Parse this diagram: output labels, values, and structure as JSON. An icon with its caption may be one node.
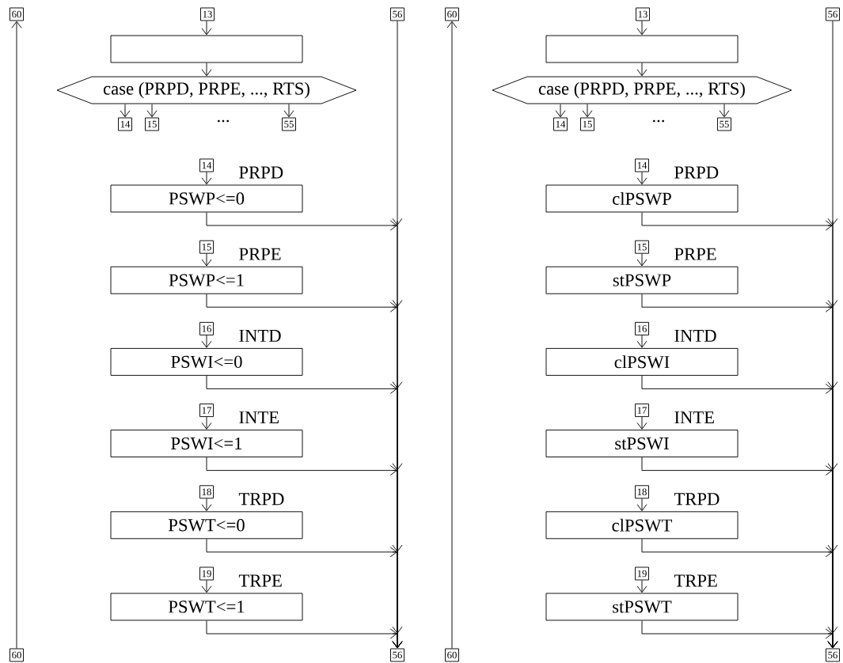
{
  "diagram": {
    "nodes": [
      {
        "text": [
          "60"
        ]
      },
      {
        "text": [
          "13"
        ]
      },
      {
        "text": [
          "56"
        ]
      },
      {
        "text": [],
        "shape": "box"
      },
      {
        "text": [
          "case (PRPD, PRPE, ..., RTS)"
        ]
      },
      {
        "text": [
          "14"
        ]
      },
      {
        "text": [
          "15"
        ]
      },
      {
        "text": [
          "55"
        ]
      },
      {
        "text": [
          "14"
        ]
      },
      {
        "text": [
          "PSWP<=0"
        ],
        "beside": [
          "PRPD"
        ]
      },
      {
        "text": [
          "15"
        ]
      },
      {
        "text": [
          "PSWP<=1"
        ],
        "beside": [
          "PRPE"
        ]
      },
      {
        "text": [
          "16"
        ]
      },
      {
        "text": [
          "PSWI<=0"
        ],
        "beside": [
          "INTD"
        ]
      },
      {
        "text": [
          "17"
        ]
      },
      {
        "text": [
          "PSWI<=1"
        ],
        "beside": [
          "INTE"
        ]
      },
      {
        "text": [
          "18"
        ]
      },
      {
        "text": [
          "PSWT<=0"
        ],
        "beside": [
          "TRPD"
        ]
      },
      {
        "text": [
          "19"
        ]
      },
      {
        "text": [
          "PSWT<=1"
        ],
        "beside": [
          "TRPE"
        ]
      },
      {
        "text": [
          "60"
        ]
      },
      {
        "text": [
          "56"
        ]
      },
      {
        "text": [
          "60"
        ]
      },
      {
        "text": [
          "13"
        ]
      },
      {
        "text": [
          "56"
        ]
      },
      {
        "text": [],
        "shape": "box"
      },
      {
        "text": [
          "case (PRPD, PRPE, ..., RTS)"
        ]
      },
      {
        "text": [
          "14"
        ]
      },
      {
        "text": [
          "15"
        ]
      },
      {
        "text": [
          "55"
        ]
      },
      {
        "text": [
          "14"
        ]
      },
      {
        "text": [
          "clPSWP"
        ],
        "beside": [
          "PRPD"
        ]
      },
      {
        "text": [
          "15"
        ]
      },
      {
        "text": [
          "stPSWP"
        ],
        "beside": [
          "PRPE"
        ]
      },
      {
        "text": [
          "16"
        ]
      },
      {
        "text": [
          "clPSWI"
        ],
        "beside": [
          "INTD"
        ]
      },
      {
        "text": [
          "17"
        ]
      },
      {
        "text": [
          "stPSWI"
        ],
        "beside": [
          "INTE"
        ]
      },
      {
        "text": [
          "18"
        ]
      },
      {
        "text": [
          "clPSWT"
        ],
        "beside": [
          "TRPD"
        ]
      },
      {
        "text": [
          "19"
        ]
      },
      {
        "text": [
          "stPSWT"
        ],
        "beside": [
          "TRPE"
        ]
      },
      {
        "text": [
          "60"
        ]
      },
      {
        "text": [
          "56"
        ]
      }
    ],
    "edges": [
      {
        "from": 1,
        "to": 3,
        "arrow": "to"
      },
      {
        "from": 3,
        "to": 4,
        "arrow": "to"
      },
      {
        "from": 4,
        "to": 5,
        "arrow": "to"
      },
      {
        "from": 4,
        "to": 6,
        "arrow": "to"
      },
      {
        "from": 4,
        "to": 7,
        "arrow": "to"
      },
      {
        "from": 8,
        "to": 9,
        "arrow": "to"
      },
      {
        "from": 10,
        "to": 11,
        "arrow": "to"
      },
      {
        "from": 12,
        "to": 13,
        "arrow": "to"
      },
      {
        "from": 14,
        "to": 15,
        "arrow": "to"
      },
      {
        "from": 16,
        "to": 17,
        "arrow": "to"
      },
      {
        "from": 18,
        "to": 19,
        "arrow": "to"
      },
      {
        "from": 9,
        "to": 21,
        "arrow": "to"
      },
      {
        "from": 11,
        "to": 21,
        "arrow": "to"
      },
      {
        "from": 13,
        "to": 21,
        "arrow": "to"
      },
      {
        "from": 15,
        "to": 21,
        "arrow": "to"
      },
      {
        "from": 17,
        "to": 21,
        "arrow": "to"
      },
      {
        "from": 19,
        "to": 21,
        "arrow": "to"
      },
      {
        "from": 2,
        "to": 21,
        "arrow": "to"
      },
      {
        "from": 20,
        "to": 0,
        "arrow": "to"
      },
      {
        "from": 23,
        "to": 25,
        "arrow": "to"
      },
      {
        "from": 25,
        "to": 26,
        "arrow": "to"
      },
      {
        "from": 26,
        "to": 27,
        "arrow": "to"
      },
      {
        "from": 26,
        "to": 28,
        "arrow": "to"
      },
      {
        "from": 26,
        "to": 29,
        "arrow": "to"
      },
      {
        "from": 30,
        "to": 31,
        "arrow": "to"
      },
      {
        "from": 32,
        "to": 33,
        "arrow": "to"
      },
      {
        "from": 34,
        "to": 35,
        "arrow": "to"
      },
      {
        "from": 36,
        "to": 37,
        "arrow": "to"
      },
      {
        "from": 38,
        "to": 39,
        "arrow": "to"
      },
      {
        "from": 40,
        "to": 41,
        "arrow": "to"
      },
      {
        "from": 31,
        "to": 43,
        "arrow": "to"
      },
      {
        "from": 33,
        "to": 43,
        "arrow": "to"
      },
      {
        "from": 35,
        "to": 43,
        "arrow": "to"
      },
      {
        "from": 37,
        "to": 43,
        "arrow": "to"
      },
      {
        "from": 39,
        "to": 43,
        "arrow": "to"
      },
      {
        "from": 41,
        "to": 43,
        "arrow": "to"
      },
      {
        "from": 24,
        "to": 43,
        "arrow": "to"
      },
      {
        "from": 42,
        "to": 22,
        "arrow": "to"
      }
    ],
    "labels": [
      "...",
      "..."
    ]
  }
}
